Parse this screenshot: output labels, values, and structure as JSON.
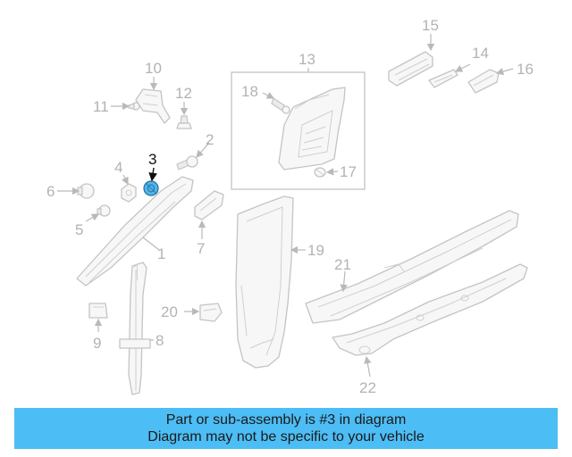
{
  "diagram": {
    "highlighted_part": "3",
    "colors": {
      "highlight_fill": "#52b6e8",
      "banner": "#4dbdf5",
      "line_art": "#c4c4c4",
      "callout_text": "#b3b3b3"
    },
    "callouts": {
      "c1": "1",
      "c2": "2",
      "c3": "3",
      "c4": "4",
      "c5": "5",
      "c6": "6",
      "c7": "7",
      "c8": "8",
      "c9": "9",
      "c10": "10",
      "c11": "11",
      "c12": "12",
      "c13": "13",
      "c14": "14",
      "c15": "15",
      "c16": "16",
      "c17": "17",
      "c18": "18",
      "c19": "19",
      "c20": "20",
      "c21": "21",
      "c22": "22"
    }
  },
  "banner": {
    "line1": "Part or sub-assembly is #3 in diagram",
    "line2": "Diagram may not be specific to your vehicle"
  }
}
